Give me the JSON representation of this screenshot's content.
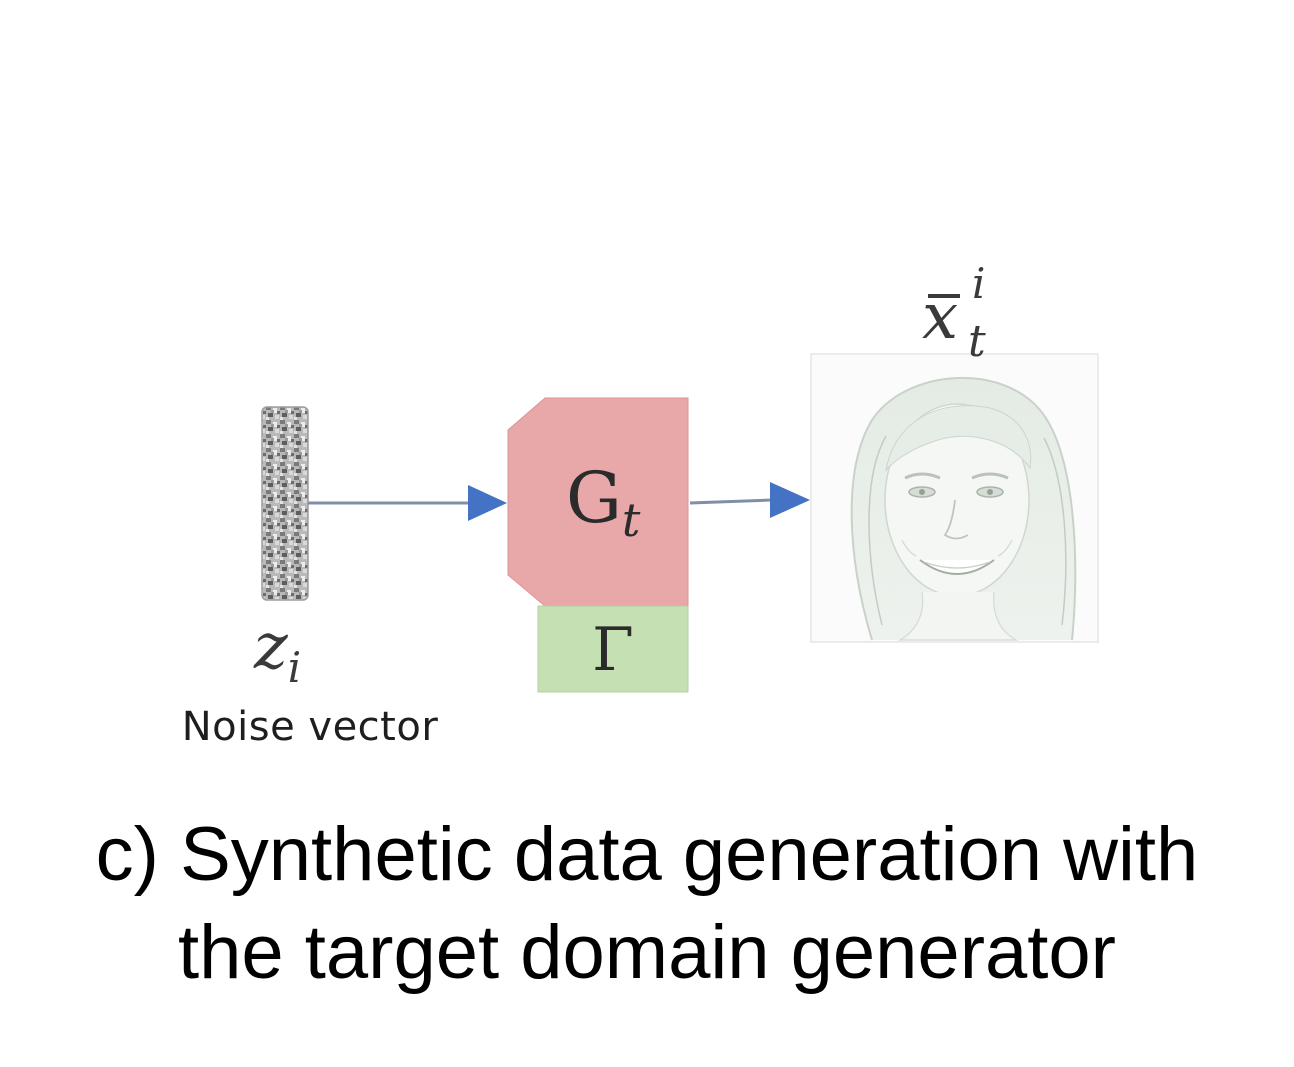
{
  "noise": {
    "symbol_base": "z",
    "symbol_subscript": "i",
    "label": "Noise vector"
  },
  "generator": {
    "symbol_base": "G",
    "symbol_subscript": "t",
    "fill_color": "#e8a7a8"
  },
  "gamma_block": {
    "symbol": "Γ",
    "fill_color": "#c5e0b3"
  },
  "output": {
    "symbol_base": "x",
    "symbol_superscript": "i",
    "symbol_subscript": "t",
    "has_bar": true,
    "image": "face-sketch"
  },
  "arrows": {
    "color": "#4472c4",
    "line_color": "#7f8fa6"
  },
  "caption": {
    "line1": "c) Synthetic data generation with",
    "line2": "the target domain generator"
  }
}
